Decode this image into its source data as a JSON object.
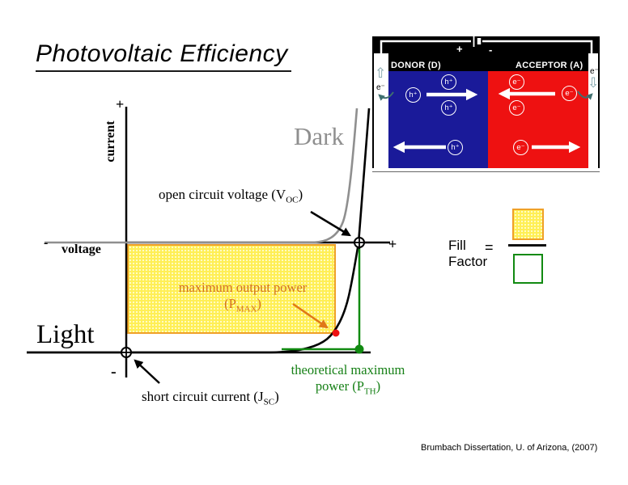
{
  "slide": {
    "title": "Photovoltaic Efficiency",
    "citation": "Brumbach Dissertation, U. of Arizona, (2007)"
  },
  "device": {
    "donor_label": "DONOR (D)",
    "acceptor_label": "ACCEPTOR (A)",
    "wire_plus": "+",
    "wire_minus": "-",
    "left_electrode_electron": "e⁻",
    "right_electrode_electron": "e⁻",
    "hole_symbol": "h⁺",
    "electron_symbol": "e⁻",
    "up_arrow_glyph": "⇧",
    "down_arrow_glyph": "⇩",
    "colors": {
      "donor_blue": "#1a1a99",
      "acceptor_red": "#ee1111",
      "electrode_white": "#ffffff",
      "background_black": "#000000"
    }
  },
  "plot": {
    "dark_curve_label": "Dark",
    "light_curve_label": "Light",
    "current_axis_label": "current",
    "voltage_axis_label": "voltage",
    "current_plus": "+",
    "current_minus": "-",
    "voltage_minus": "-",
    "voltage_plus": "+",
    "voc": {
      "pre": "open circuit voltage (V",
      "sub": "OC",
      "suf": ")"
    },
    "jsc": {
      "pre": "short circuit current (J",
      "sub": "SC",
      "suf": ")"
    },
    "pmax": {
      "line1": "maximum output power",
      "pre": "(P",
      "sub": "MAX",
      "suf": ")"
    },
    "pth": {
      "line1": "theoretical maximum",
      "pre": "power (P",
      "sub": "TH",
      "suf": ")"
    },
    "colors": {
      "dark_curve_gray": "#8f8f8f",
      "light_curve_black": "#000000",
      "pmax_fill_yellow": "#ffef55",
      "pmax_border_orange": "#efa028",
      "pmax_text_orange": "#d2701e",
      "pmax_point_red": "#ee1111",
      "pth_green": "#118a11"
    }
  },
  "fill_factor": {
    "line1": "Fill",
    "line2": "Factor",
    "equals": "="
  }
}
